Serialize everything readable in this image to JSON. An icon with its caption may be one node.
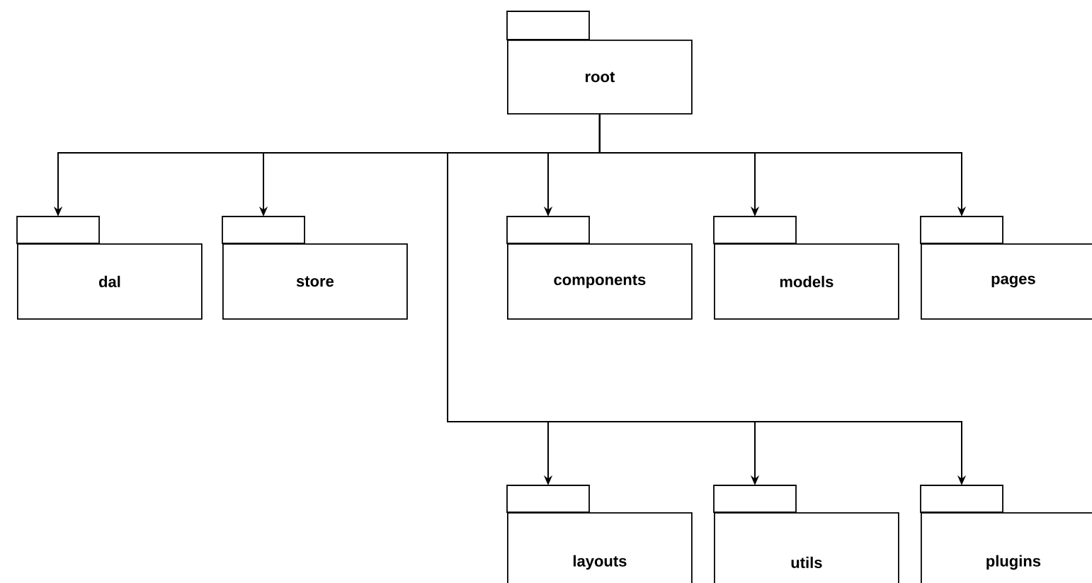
{
  "diagram": {
    "nodes": [
      {
        "text": [
          "root"
        ]
      },
      {
        "text": [
          "dal"
        ]
      },
      {
        "text": [
          "store"
        ]
      },
      {
        "text": [
          "components"
        ]
      },
      {
        "text": [
          "models"
        ]
      },
      {
        "text": [
          "pages"
        ]
      },
      {
        "text": [
          "layouts"
        ]
      },
      {
        "text": [
          "utils"
        ]
      },
      {
        "text": [
          "plugins"
        ]
      }
    ],
    "edges": [
      {
        "from": 0,
        "to": 1,
        "arrow": "to"
      },
      {
        "from": 0,
        "to": 2,
        "arrow": "to"
      },
      {
        "from": 0,
        "to": 3,
        "arrow": "to"
      },
      {
        "from": 0,
        "to": 4,
        "arrow": "to"
      },
      {
        "from": 0,
        "to": 5,
        "arrow": "to"
      },
      {
        "from": 0,
        "to": 6,
        "arrow": "to"
      },
      {
        "from": 0,
        "to": 7,
        "arrow": "to"
      },
      {
        "from": 0,
        "to": 8,
        "arrow": "to"
      }
    ]
  }
}
